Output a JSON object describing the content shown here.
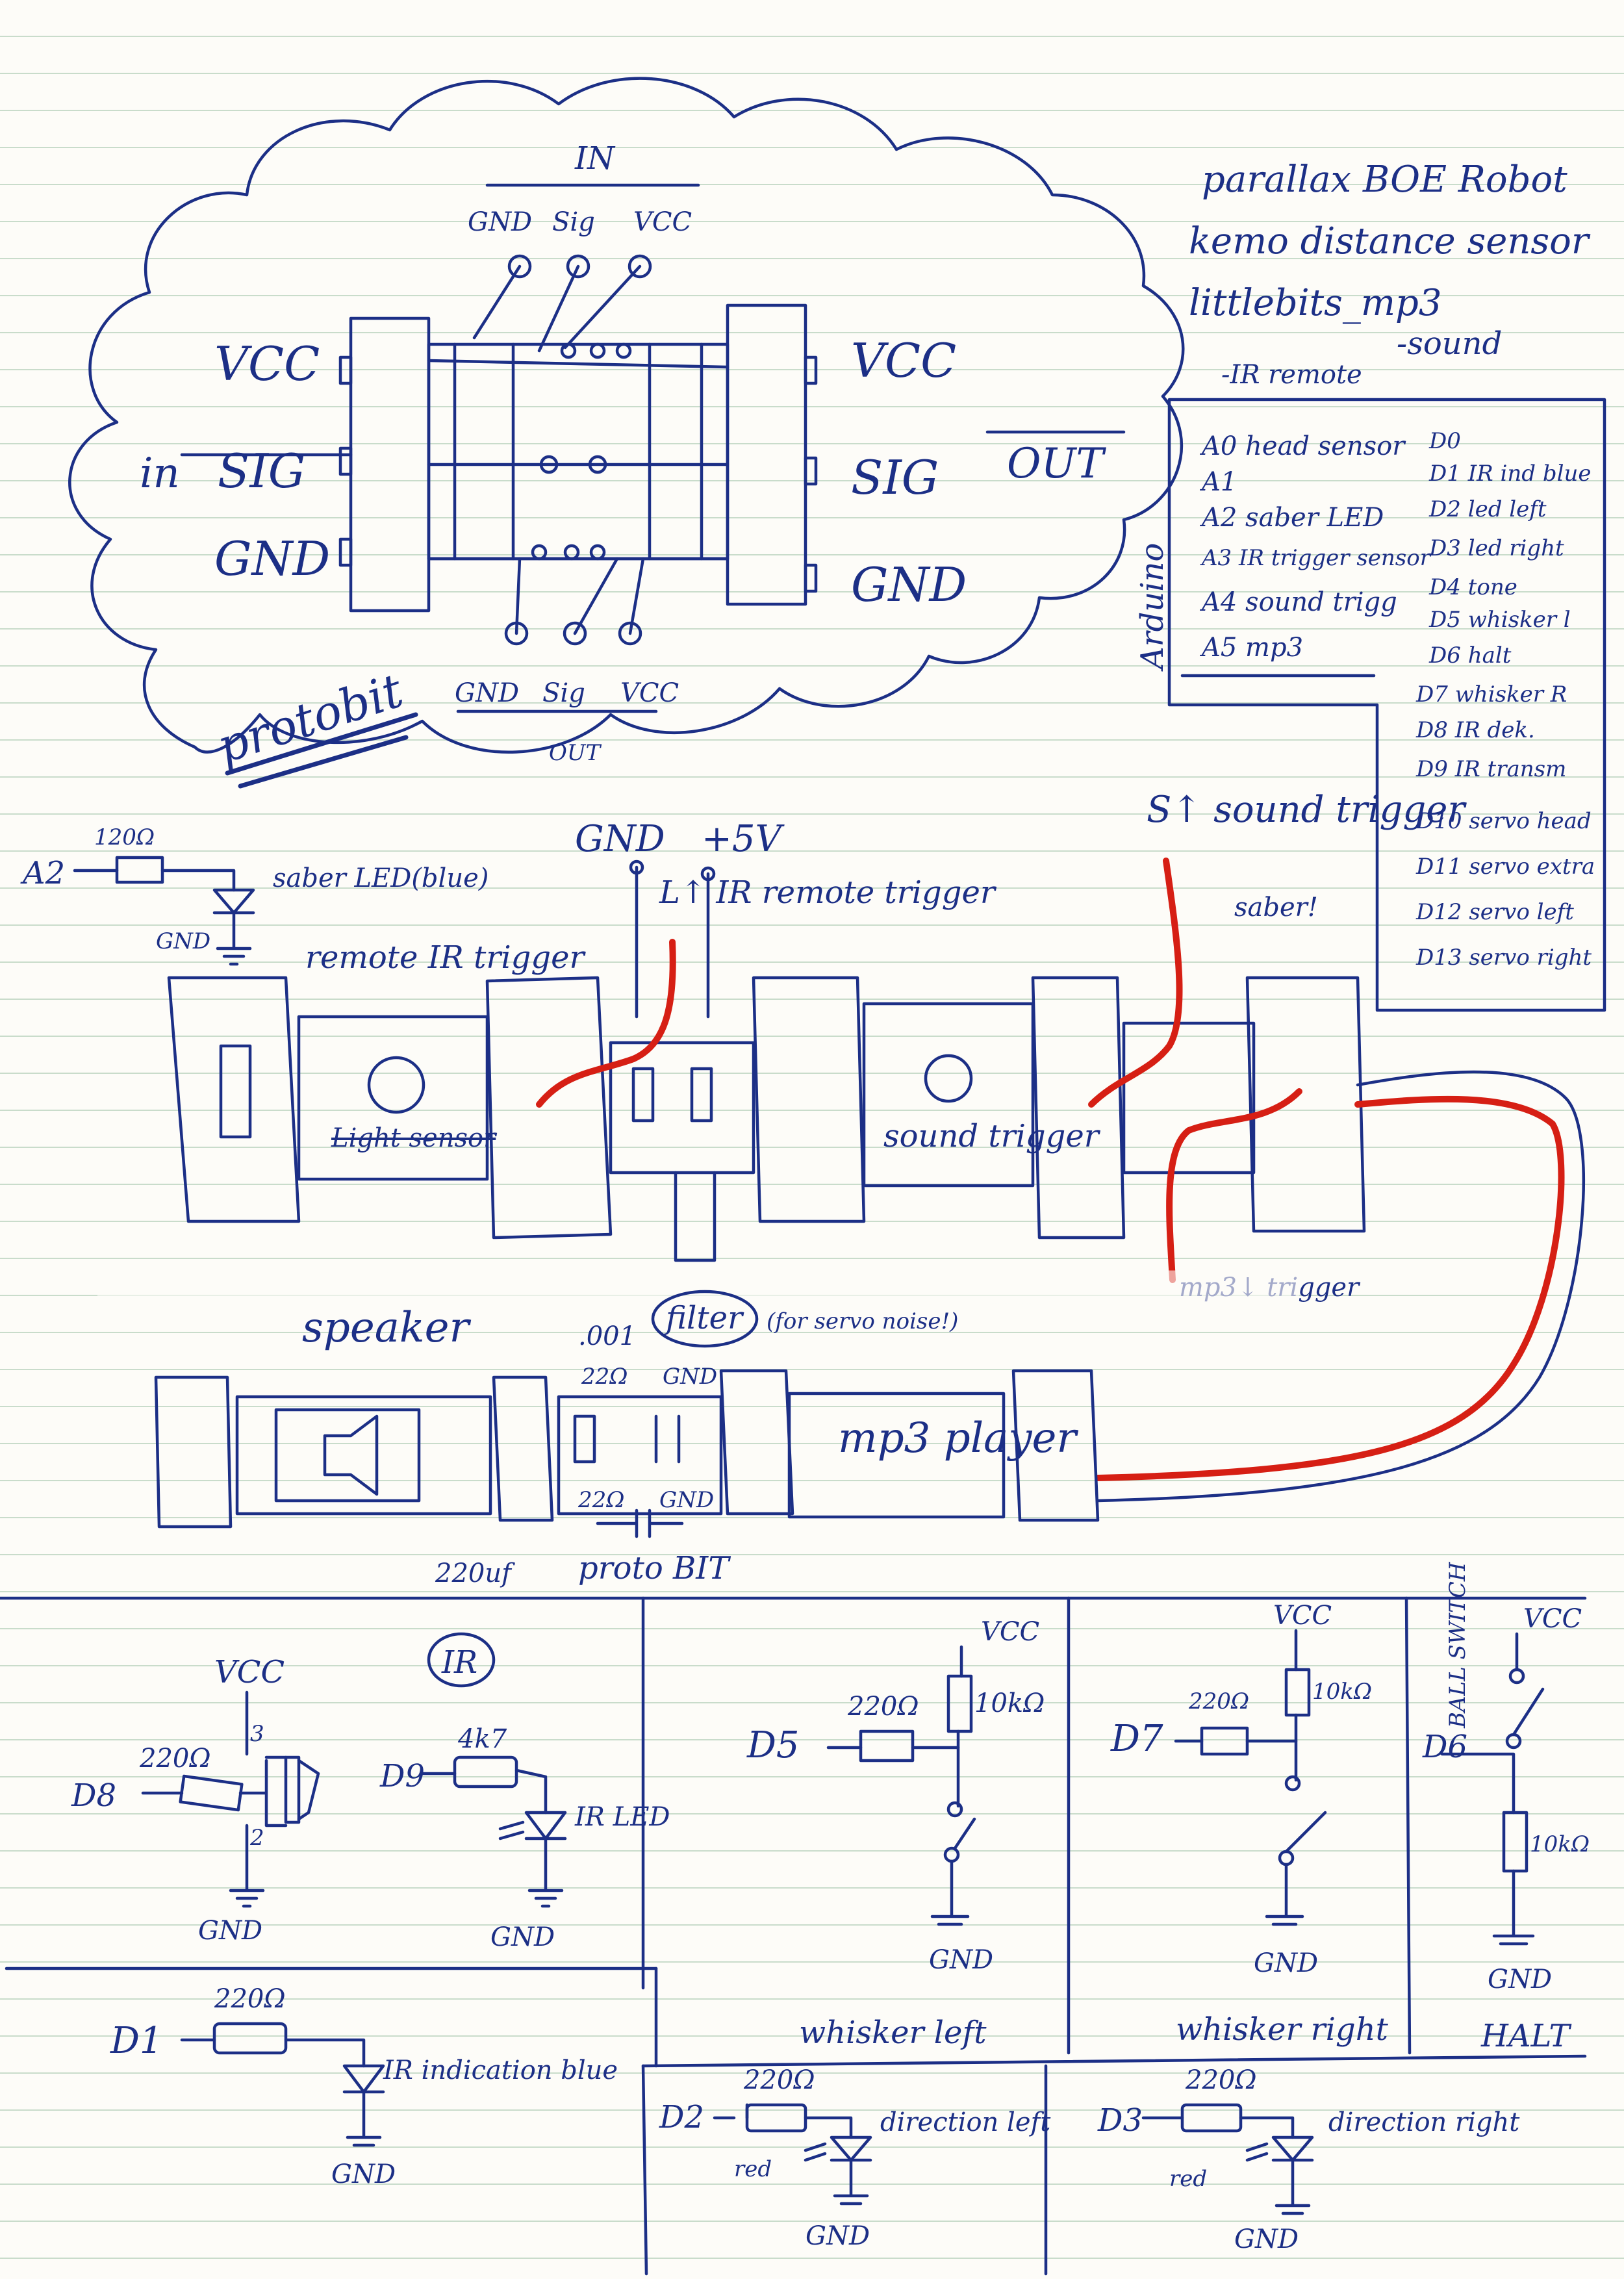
{
  "notes": {
    "lines": [
      "parallax BOE Robot",
      "kemo distance sensor",
      "littlebits_mp3",
      "-IR remote",
      "-sound"
    ]
  },
  "protobit": {
    "in_title": "IN",
    "in_pins": [
      "GND",
      "Sig",
      "VCC"
    ],
    "left_labels": [
      "VCC",
      "SIG",
      "GND"
    ],
    "left_prefix": "in",
    "right_labels": [
      "VCC",
      "SIG",
      "GND"
    ],
    "right_suffix": "OUT",
    "out_pins": [
      "GND",
      "Sig",
      "VCC"
    ],
    "out_title": "OUT",
    "name": "protobit"
  },
  "arduino": {
    "title": "Arduino",
    "analog": [
      "A0 head sensor",
      "A1",
      "A2 saber LED",
      "A3 IR trigger sensor",
      "A4 sound trigg",
      "A5 mp3"
    ],
    "digital": [
      "D0",
      "D1 IR ind blue",
      "D2 led left",
      "D3 led right",
      "D4 tone",
      "D5 whisker l",
      "D6 halt",
      "D7 whisker R",
      "D8 IR dek.",
      "D9 IR transm",
      "D10 servo head",
      "D11 servo extra",
      "D12 servo left",
      "D13 servo right"
    ]
  },
  "saber": {
    "pin": "A2",
    "resistor": "120Ω",
    "led": "saber LED(blue)",
    "gnd": "GND"
  },
  "littlebits_top": {
    "remote_label": "remote IR trigger",
    "crossed_label": "Light sensor",
    "gnd": "GND",
    "v5": "+5V",
    "l_trigger": "L↑ IR remote trigger",
    "crossed_light": "Light",
    "sound_label": "sound trigger",
    "s_trigger": "S↑ sound trigger",
    "saber_note": "saber!",
    "mp3_trigger": "mp3↓ trigger"
  },
  "littlebits_bottom": {
    "speaker": "speaker",
    "cap_small": ".001",
    "filter": "filter",
    "servo_note": "(for servo noise!)",
    "r220_top": "22Ω",
    "gnd_top": "GND",
    "r220_bot": "22Ω",
    "gnd_bot": "GND",
    "mp3": "mp3 player",
    "cap_big": "220uf",
    "protobit": "proto BIT"
  },
  "circuits": {
    "ir_receiver": {
      "badge": "IR",
      "vcc": "VCC",
      "pin": "D8",
      "resistor": "220Ω",
      "pin3": "3",
      "pin2": "2",
      "gnd": "GND"
    },
    "ir_led": {
      "pin": "D9",
      "resistor": "4k7",
      "led": "IR LED",
      "gnd": "GND"
    },
    "whisker_left": {
      "vcc": "VCC",
      "pin": "D5",
      "resistor": "220Ω",
      "pullup": "10kΩ",
      "gnd": "GND",
      "title": "whisker left"
    },
    "whisker_right": {
      "vcc": "VCC",
      "pin": "D7",
      "resistor": "220Ω",
      "pullup": "10kΩ",
      "gnd": "GND",
      "title": "whisker right"
    },
    "halt": {
      "vcc": "VCC",
      "pin": "D6",
      "switch": "BALL SWITCH",
      "resistor": "10kΩ",
      "gnd": "GND",
      "title": "HALT"
    },
    "ir_indicator": {
      "pin": "D1",
      "resistor": "220Ω",
      "label": "IR indication blue",
      "gnd": "GND"
    },
    "dir_left": {
      "pin": "D2",
      "resistor": "220Ω",
      "color": "red",
      "label": "direction left",
      "gnd": "GND"
    },
    "dir_right": {
      "pin": "D3",
      "resistor": "220Ω",
      "color": "red",
      "label": "direction right",
      "gnd": "GND"
    }
  },
  "colors": {
    "ink": "#1c2f86",
    "wire": "#d61f14",
    "paper": "#fdfcf8",
    "rule": "#c9dccb"
  }
}
